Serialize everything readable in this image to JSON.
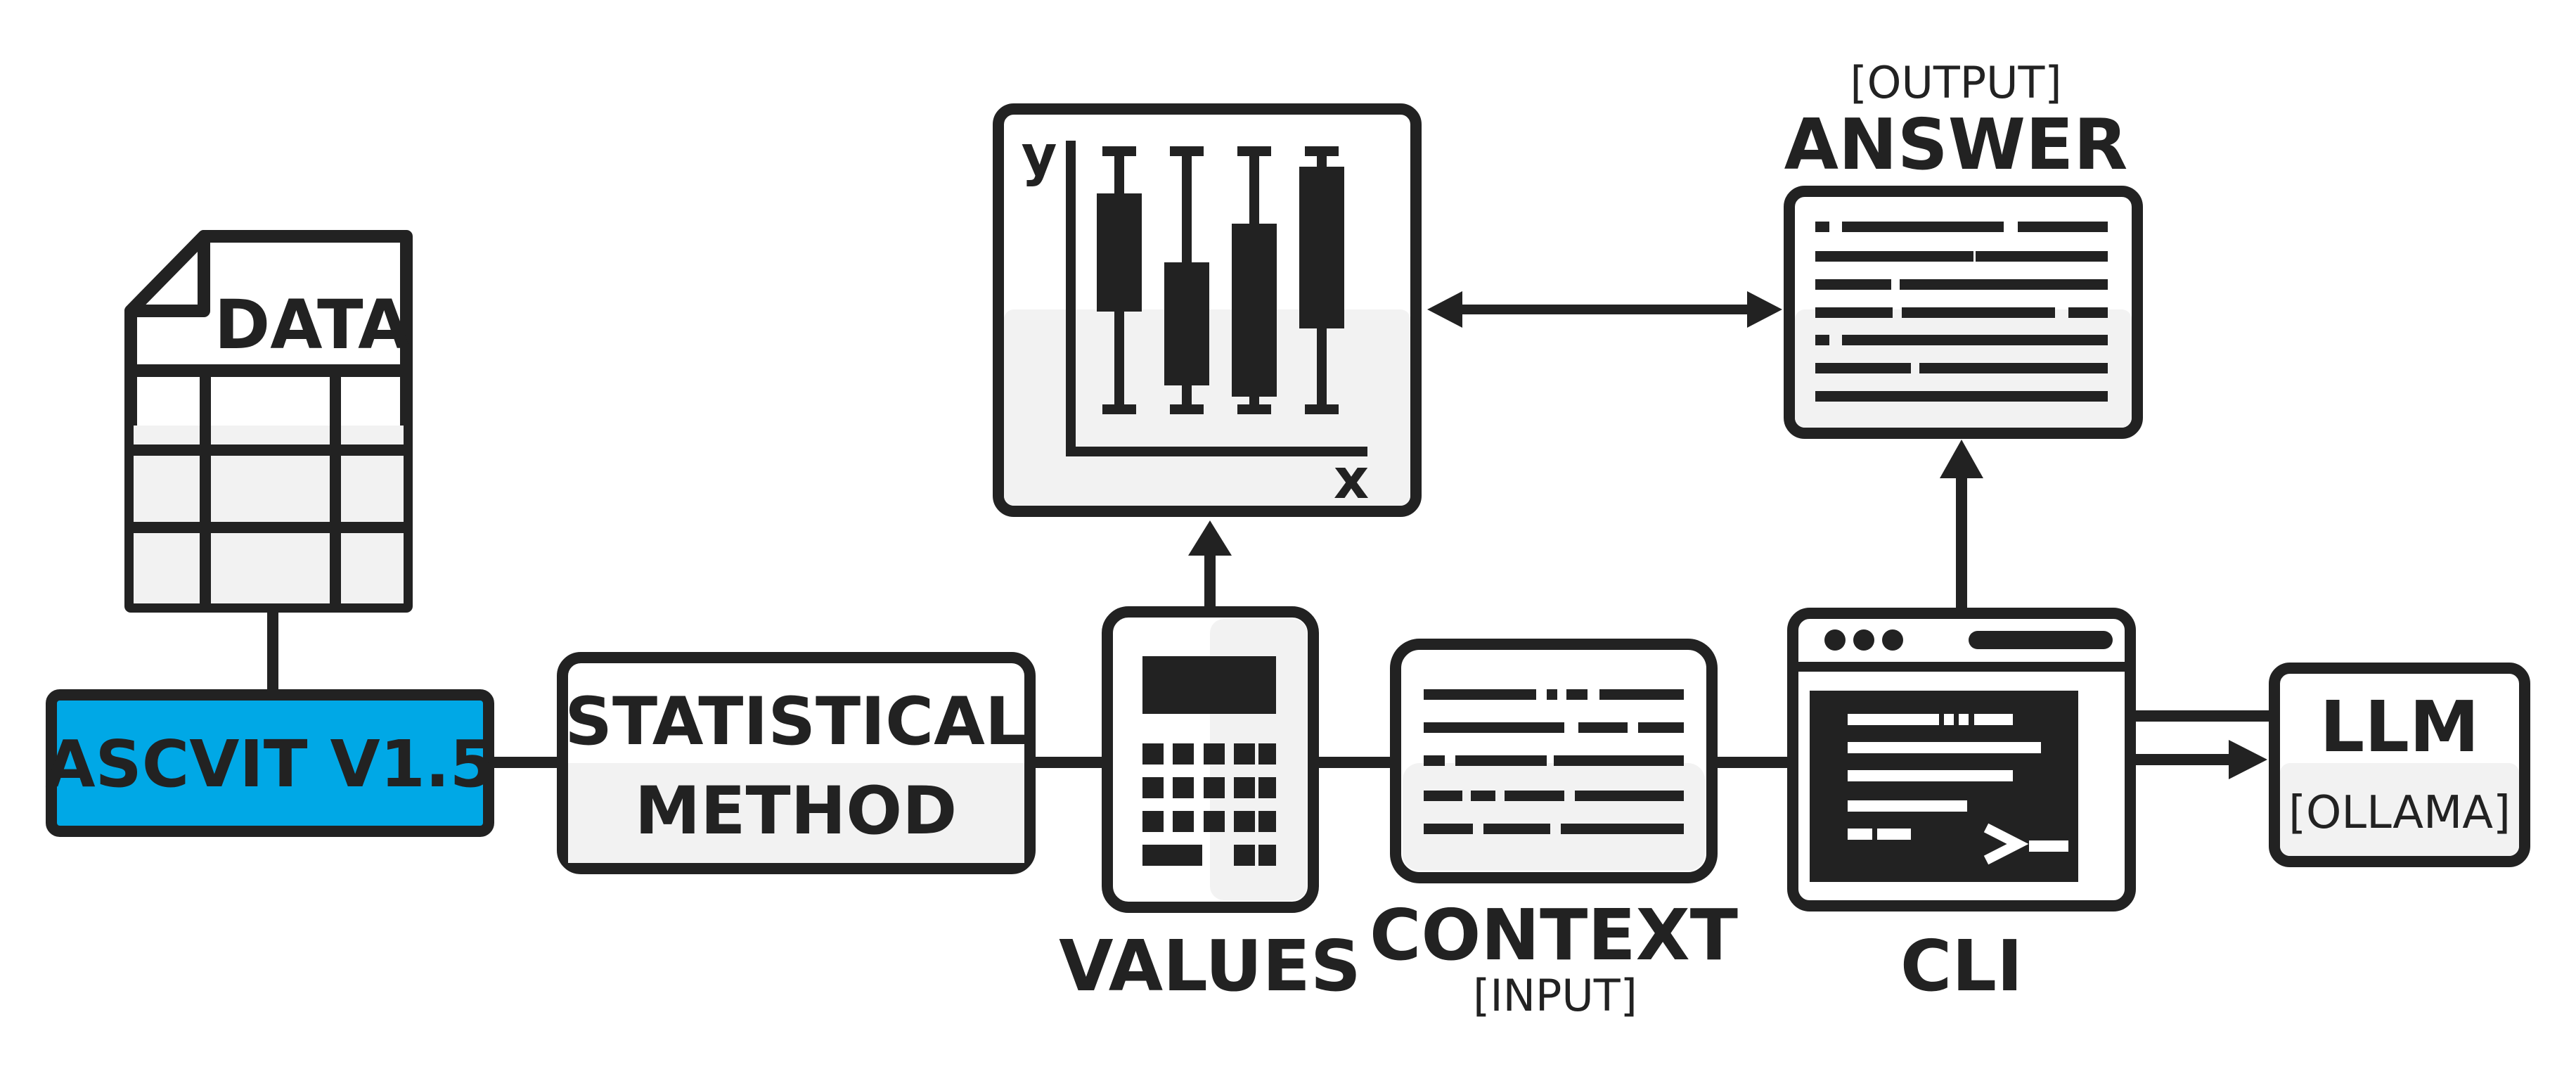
{
  "labels": {
    "data": "DATA",
    "ascvit": "ASCVIT V1.5",
    "statistical": "STATISTICAL",
    "method": "METHOD",
    "values": "VALUES",
    "context": "CONTEXT",
    "context_sub": "[INPUT]",
    "cli": "CLI",
    "answer_sub": "[OUTPUT]",
    "answer": "ANSWER",
    "llm": "LLM",
    "llm_sub": "[OLLAMA]",
    "chart_y": "y",
    "chart_x": "x"
  },
  "colors": {
    "ink": "#222222",
    "panel": "#f2f2f2",
    "white": "#ffffff",
    "accent": "#00a8e6"
  }
}
